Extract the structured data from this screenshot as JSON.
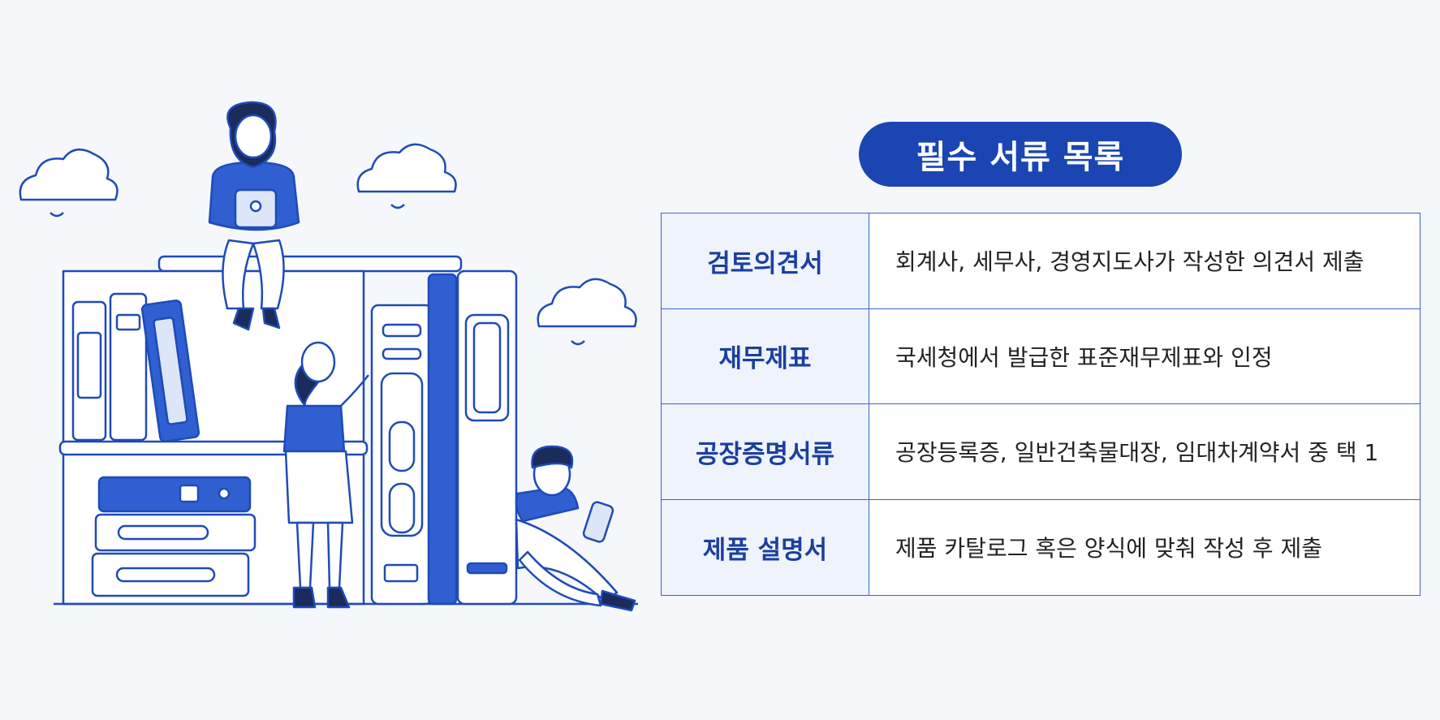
{
  "colors": {
    "accent": "#1a45b3",
    "key_text": "#1c3f9e",
    "key_background": "#eef3fc",
    "border": "#3f63c8",
    "background": "#f6f7fb"
  },
  "title": "필수 서류 목록",
  "documents": [
    {
      "name": "검토의견서",
      "description": "회계사, 세무사, 경영지도사가 작성한 의견서 제출"
    },
    {
      "name": "재무제표",
      "description": "국세청에서 발급한 표준재무제표와 인정"
    },
    {
      "name": "공장증명서류",
      "description": "공장등록증, 일반건축물대장, 임대차계약서 중 택 1"
    },
    {
      "name": "제품 설명서",
      "description": "제품 카탈로그 혹은 양식에 맞춰 작성 후 제출"
    }
  ],
  "illustration": {
    "icons": [
      "cloud-icon",
      "bookshelf-icon",
      "person-reading-tablet-icon",
      "person-browsing-books-icon",
      "person-reading-phone-icon"
    ]
  }
}
